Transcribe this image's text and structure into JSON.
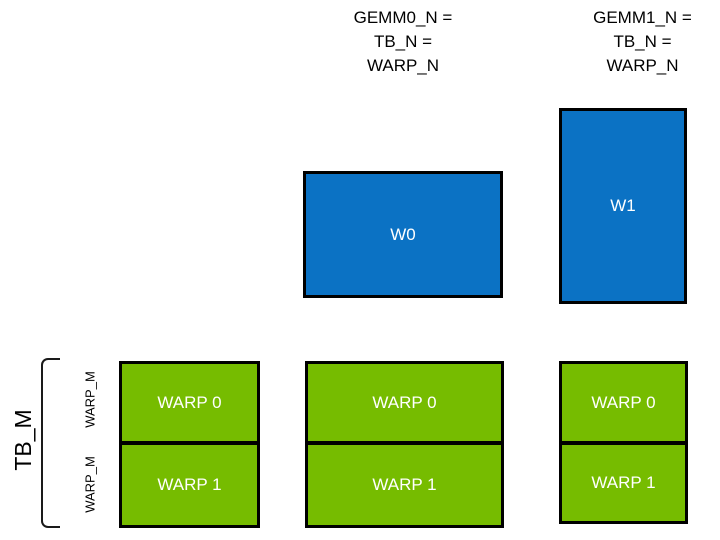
{
  "diagram": {
    "title_captions": [
      {
        "id": "gemm0",
        "text": "GEMM0_N =\nTB_N =\nWARP_N"
      },
      {
        "id": "gemm1",
        "text": "GEMM1_N =\nTB_N =\nWARP_N"
      }
    ],
    "blue_tiles": [
      {
        "id": "w0",
        "label": "W0"
      },
      {
        "id": "w1",
        "label": "W1"
      }
    ],
    "green_columns": [
      {
        "id": "col0",
        "cells": [
          {
            "label": "WARP 0"
          },
          {
            "label": "WARP 1"
          }
        ]
      },
      {
        "id": "col1",
        "cells": [
          {
            "label": "WARP 0"
          },
          {
            "label": "WARP 1"
          }
        ]
      },
      {
        "id": "col2",
        "cells": [
          {
            "label": "WARP 0"
          },
          {
            "label": "WARP 1"
          }
        ]
      }
    ],
    "left_annotations": {
      "bracket_label": "TB_M",
      "warp_labels": [
        "WARP_M",
        "WARP_M"
      ]
    },
    "colors": {
      "blue": "#0B72C4",
      "green": "#76BC00",
      "outline": "#000000",
      "background": "#FFFFFF",
      "text_on_fill": "#FFFFFF",
      "text": "#000000"
    }
  }
}
